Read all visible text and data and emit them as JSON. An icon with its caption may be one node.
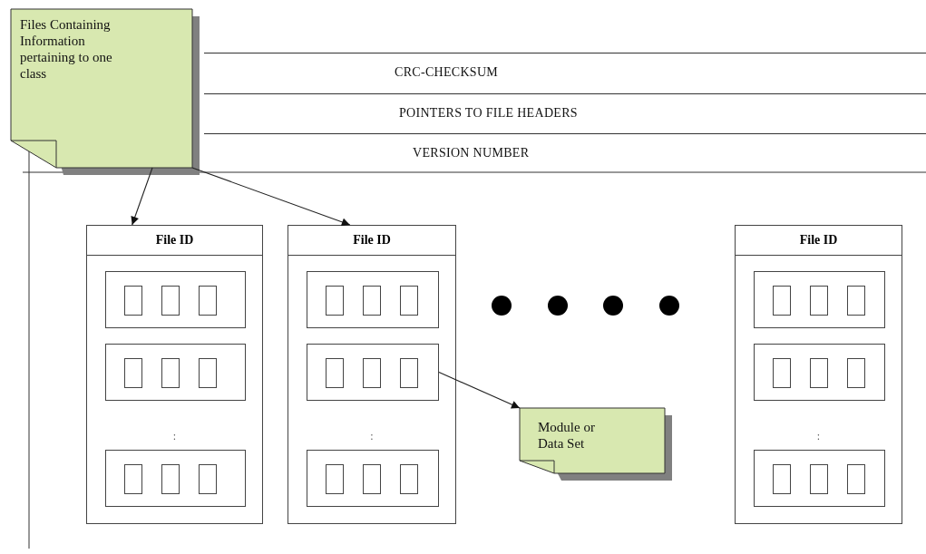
{
  "diagram": {
    "nodes": [
      {
        "text": [
          "Files Containing Information pertaining to one class"
        ]
      },
      {
        "text": [
          "CRC-CHECKSUM"
        ]
      },
      {
        "text": [
          "POINTERS TO FILE HEADERS"
        ]
      },
      {
        "text": [
          "VERSION NUMBER"
        ]
      },
      {
        "text": [
          "File ID"
        ]
      },
      {
        "text": [],
        "shape": "box",
        "in": 4
      },
      {
        "text": [],
        "shape": "box",
        "in": 4
      },
      {
        "text": [],
        "shape": "box",
        "in": 4
      },
      {
        "text": [
          "File ID"
        ]
      },
      {
        "text": [],
        "shape": "box",
        "in": 8
      },
      {
        "text": [],
        "shape": "box",
        "in": 8
      },
      {
        "text": [],
        "shape": "box",
        "in": 8
      },
      {
        "text": [
          "File ID"
        ]
      },
      {
        "text": [],
        "shape": "box",
        "in": 12
      },
      {
        "text": [],
        "shape": "box",
        "in": 12
      },
      {
        "text": [],
        "shape": "box",
        "in": 12
      },
      {
        "text": [
          "Module or Data Set"
        ]
      }
    ],
    "edges": [
      {
        "from": 0,
        "to": 4,
        "arrow": "to"
      },
      {
        "from": 0,
        "to": 8,
        "arrow": "to"
      },
      {
        "from": 10,
        "to": 16,
        "arrow": "to"
      }
    ],
    "labels": [
      ":",
      ":",
      ":"
    ]
  }
}
